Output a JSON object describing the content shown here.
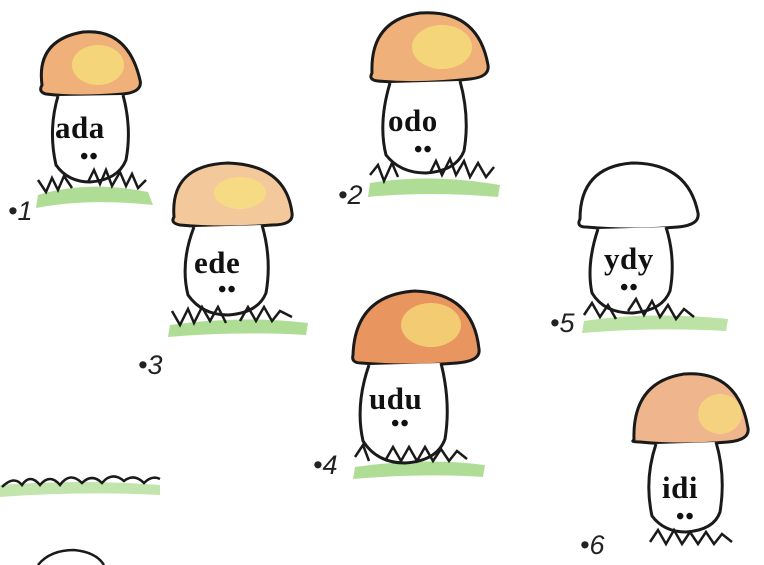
{
  "mushrooms": [
    {
      "number": "•1",
      "word": "ada",
      "dots": "••",
      "cap_color": "#f0b07a",
      "cap_highlight": "#f7e27a"
    },
    {
      "number": "•2",
      "word": "odo",
      "dots": "••",
      "cap_color": "#f0b07a",
      "cap_highlight": "#f7e27a"
    },
    {
      "number": "•3",
      "word": "ede",
      "dots": "••",
      "cap_color": "#f3c89a",
      "cap_highlight": "#f7e27a"
    },
    {
      "number": "•4",
      "word": "udu",
      "dots": "••",
      "cap_color": "#e8955f",
      "cap_highlight": "#f7e27a"
    },
    {
      "number": "•5",
      "word": "ydy",
      "dots": "••",
      "cap_color": "#ffffff",
      "cap_highlight": "#ffffff"
    },
    {
      "number": "•6",
      "word": "idi",
      "dots": "••",
      "cap_color": "#efb58d",
      "cap_highlight": "#f7e27a"
    }
  ],
  "colors": {
    "grass": "#8fcf6a",
    "outline": "#1a1a1a"
  }
}
